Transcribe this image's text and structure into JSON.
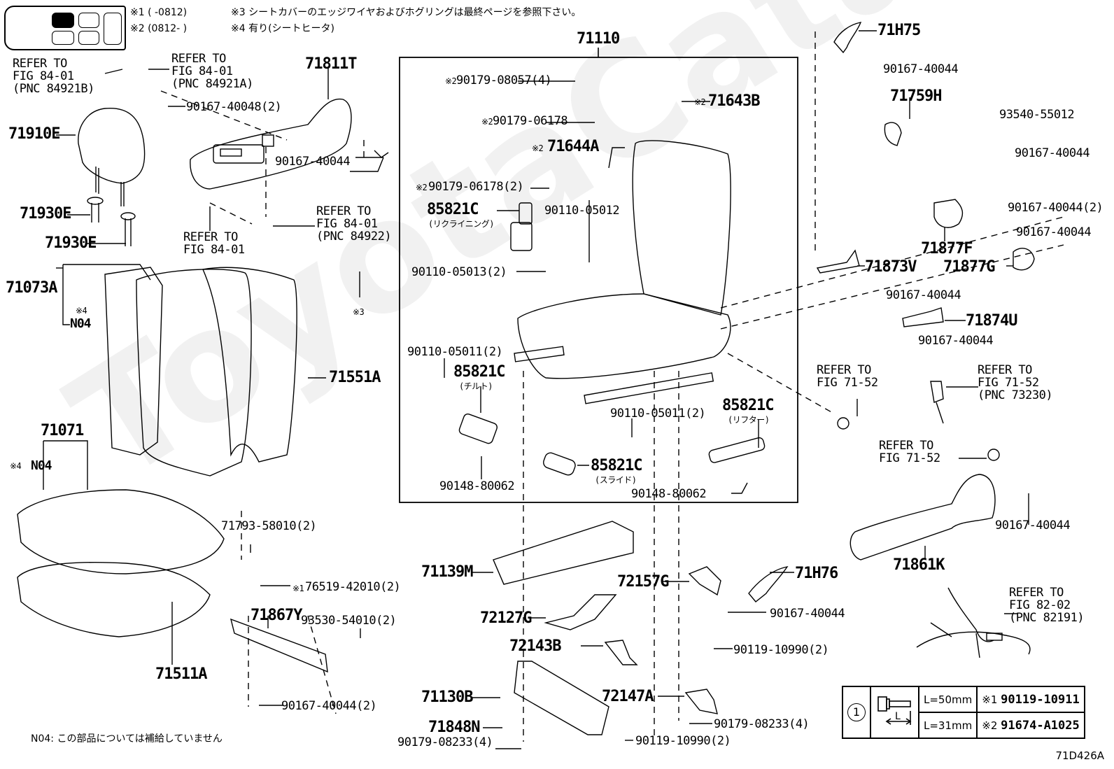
{
  "header_notes": {
    "note1": "※1 (      -0812)",
    "note2": "※2 (0812-      )",
    "note3": "※3 シートカバーのエッジワイヤおよびホグリングは最終ページを参照下さい。",
    "note4": "※4 有り(シートヒータ)"
  },
  "footer_note": "N04: この部品については補給していません",
  "figure_code": "71D426A",
  "watermark": "ToyotaCatalogue.ru",
  "assembly_label": "71110",
  "parts": {
    "p71811T": "71811T",
    "p71910E": "71910E",
    "p71930E_a": "71930E",
    "p71930E_b": "71930E",
    "p71073A": "71073A",
    "p71551A": "71551A",
    "p71071": "71071",
    "p71511A": "71511A",
    "p71867Y": "71867Y",
    "p71643B": "71643B",
    "p71644A": "71644A",
    "p85821C_recline": "85821C",
    "p85821C_tilt": "85821C",
    "p85821C_slide": "85821C",
    "p85821C_lifter": "85821C",
    "p71H75": "71H75",
    "p71759H": "71759H",
    "p71877F": "71877F",
    "p71877G": "71877G",
    "p71873V": "71873V",
    "p71874U": "71874U",
    "p71861K": "71861K",
    "p71H76": "71H76",
    "p71139M": "71139M",
    "p72157G": "72157G",
    "p72127G": "72127G",
    "p72143B": "72143B",
    "p71130B": "71130B",
    "p72147A": "72147A",
    "p71848N": "71848N",
    "n04_a": "N04",
    "n04_b": "N04"
  },
  "sublabels": {
    "recline": "(リクライニング)",
    "tilt": "(チルト)",
    "slide": "(スライド)",
    "lifter": "(リフター)"
  },
  "markers": {
    "m1": "※1",
    "m2": "※2",
    "m3": "※3",
    "m4": "※4"
  },
  "fasteners": {
    "f_90167_40048_2": "90167-40048(2)",
    "f_90167_40044_armrest": "90167-40044",
    "f_90179_08057_4": "90179-08057(4)",
    "f_90179_06178": "90179-06178",
    "f_90179_06178_2": "90179-06178(2)",
    "f_90110_05012": "90110-05012",
    "f_90110_05013_2": "90110-05013(2)",
    "f_90110_05011_2_a": "90110-05011(2)",
    "f_90110_05011_2_b": "90110-05011(2)",
    "f_90148_80062_a": "90148-80062",
    "f_90148_80062_b": "90148-80062",
    "f_90167_40044_h75": "90167-40044",
    "f_93540_55012": "93540-55012",
    "f_90167_40044_759": "90167-40044",
    "f_90167_40044_2_877": "90167-40044(2)",
    "f_90167_40044_877g": "90167-40044",
    "f_90167_40044_873": "90167-40044",
    "f_90167_40044_874": "90167-40044",
    "f_90167_40044_861": "90167-40044",
    "f_90167_40044_h76": "90167-40044",
    "f_90119_10990_2_a": "90119-10990(2)",
    "f_90119_10990_2_b": "90119-10990(2)",
    "f_90179_08233_4_a": "90179-08233(4)",
    "f_90179_08233_4_b": "90179-08233(4)",
    "f_71793_58010_2": "71793-58010(2)",
    "f_76519_42010_2": "76519-42010(2)",
    "f_93530_54010_2": "93530-54010(2)",
    "f_90167_40044_2_867": "90167-40044(2)"
  },
  "references": {
    "r_84921B": "REFER TO\nFIG 84-01\n(PNC 84921B)",
    "r_84921A": "REFER TO\nFIG 84-01\n(PNC 84921A)",
    "r_84922": "REFER TO\nFIG 84-01\n(PNC 84922)",
    "r_84_01": "REFER TO\nFIG 84-01",
    "r_71_52_a": "REFER TO\nFIG 71-52",
    "r_73230": "REFER TO\nFIG 71-52\n(PNC 73230)",
    "r_71_52_b": "REFER TO\nFIG 71-52",
    "r_82191": "REFER TO\nFIG 82-02\n(PNC 82191)"
  },
  "spec_table": {
    "callout": "1",
    "length_label": "L",
    "rows": [
      {
        "length": "L=50mm",
        "marker": "※1",
        "part": "90119-10911"
      },
      {
        "length": "L=31mm",
        "marker": "※2",
        "part": "91674-A1025"
      }
    ]
  }
}
